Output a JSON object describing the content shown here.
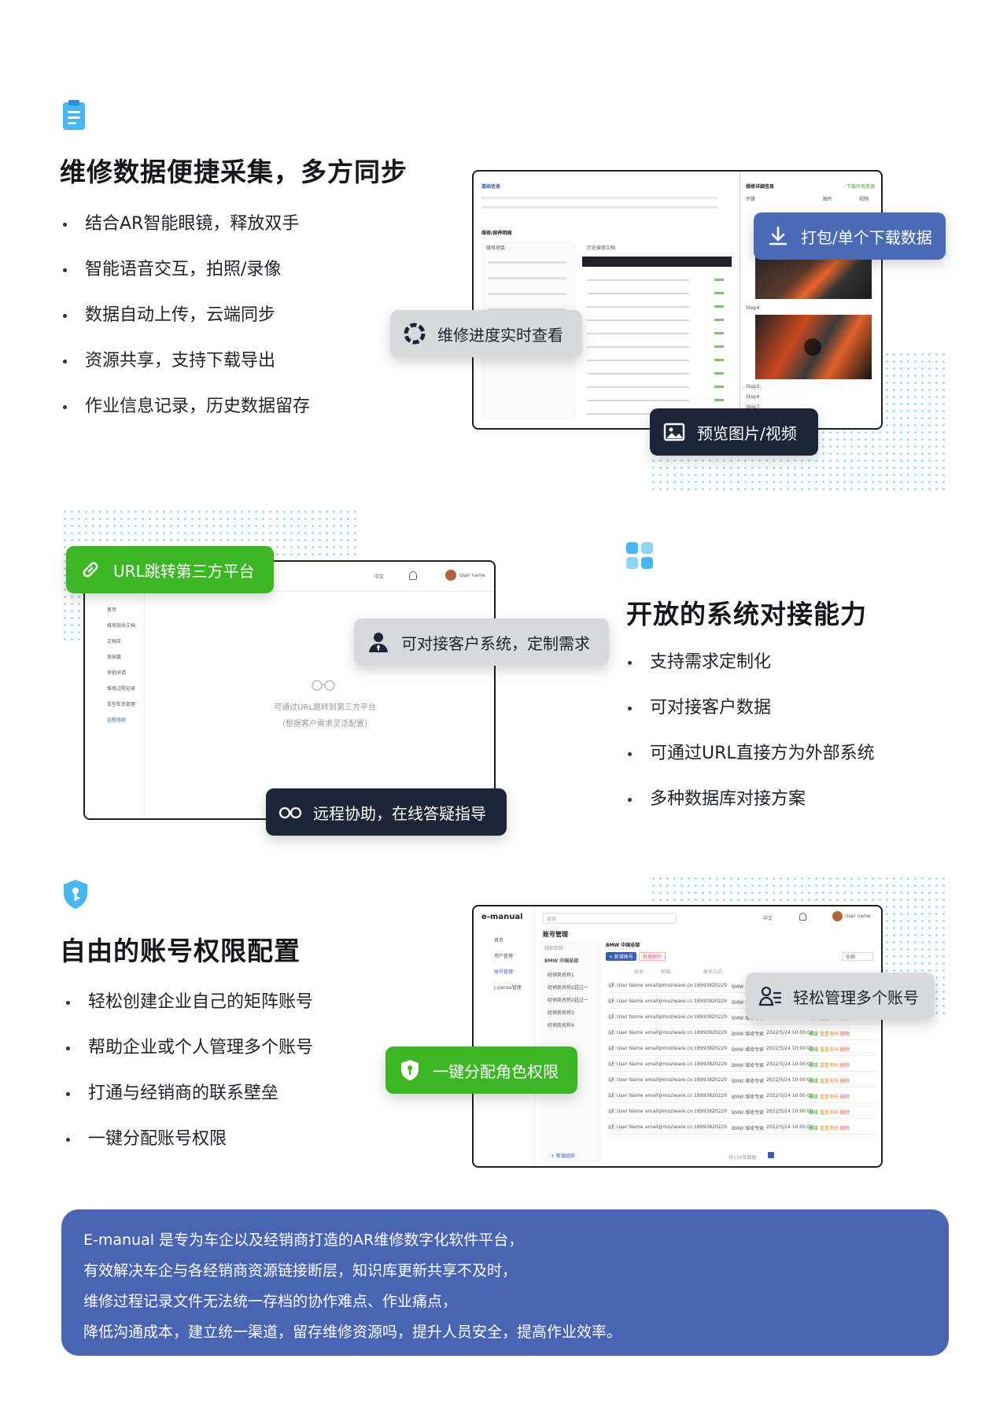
{
  "section1": {
    "title": "维修数据便捷采集，多方同步",
    "bullets": [
      "结合AR智能眼镜，释放双手",
      "智能语音交互，拍照/录像",
      "数据自动上传，云端同步",
      "资源共享，支持下载导出",
      "作业信息记录，历史数据留存"
    ],
    "tags": {
      "download": "打包/单个下载数据",
      "progress": "维修进度实时查看",
      "preview": "预览图片/视频"
    },
    "screen": {
      "basic_info": "基础信息",
      "detail_title": "维修详细信息",
      "download_all": "下载所有资源",
      "col_step": "步骤",
      "col_img": "图片",
      "col_video": "视频",
      "repair_items": "维修/保养明细",
      "repair_item_col": "维修项目",
      "history_col": "历史维修文档",
      "steps": [
        "Step4",
        "Step5",
        "Step6",
        "Step7"
      ]
    }
  },
  "section2": {
    "title": "开放的系统对接能力",
    "bullets": [
      "支持需求定制化",
      "可对接客户数据",
      "可通过URL直接方为外部系统",
      "多种数据库对接方案"
    ],
    "tags": {
      "url": "URL跳转第三方平台",
      "customer": "可对接客户系统，定制需求",
      "remote": "远程协助，在线答疑指导"
    },
    "screen": {
      "lang": "中文",
      "user": "User name",
      "menu": [
        "首页",
        "维修指导文档",
        "文档库",
        "审核篇",
        "审批申请",
        "维修过程记录",
        "车型车系管理",
        "远程协助"
      ],
      "center_line1": "可通过URL跳转到第三方平台",
      "center_line2": "（根据客户需求灵活配置）"
    }
  },
  "section3": {
    "title": "自由的账号权限配置",
    "bullets": [
      "轻松创建企业自己的矩阵账号",
      "帮助企业或个人管理多个账号",
      "打通与经销商的联系壁垒",
      "一键分配账号权限"
    ],
    "tags": {
      "manage": "轻松管理多个账号",
      "role": "一键分配角色权限"
    },
    "screen": {
      "logo": "e-manual",
      "search": "搜索",
      "lang": "中文",
      "user": "User name",
      "nav": [
        "首页",
        "用户管理",
        "账号管理",
        "License管理"
      ],
      "page_title": "账号管理",
      "org_label": "组织名称",
      "org_root": "BMW 中国总部",
      "orgs": [
        "经销商名称1",
        "经销商名称2超过一",
        "经销商名称2超过一",
        "经销商名称3",
        "经销商名称4"
      ],
      "add_org": "+ 新增组织",
      "panel_title": "BMW 中国总部",
      "add_btn": "+ 新增账号",
      "del_btn": "批量删除",
      "filter": "全部",
      "headers": [
        "姓名",
        "邮箱",
        "联系方式"
      ],
      "row": {
        "avatar": "LF",
        "name": "User Name",
        "email": "email@moziware.cn",
        "phone": "18993820229",
        "model": "BMW 维修专家",
        "date": "2022/5/24 10:00:00",
        "edit": "编辑",
        "reset": "重置密码",
        "del": "删除"
      },
      "pager": "共110条数据"
    }
  },
  "footer": {
    "lines": [
      "E-manual 是专为车企以及经销商打造的AR维修数字化软件平台，",
      "有效解决车企与各经销商资源链接断层，知识库更新共享不及时，",
      "维修过程记录文件无法统一存档的协作难点、作业痛点，",
      "降低沟通成本，建立统一渠道，留存维修资源吗，提升人员安全，提高作业效率。"
    ]
  }
}
